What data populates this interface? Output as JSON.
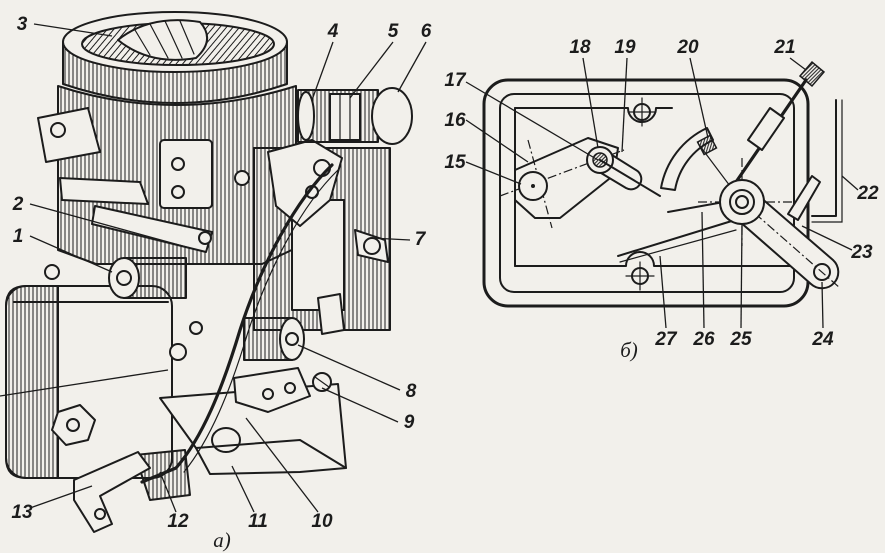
{
  "colors": {
    "ink": "#1c1c1c",
    "paper": "#f2f0eb"
  },
  "figure_a": {
    "caption": "а)",
    "callouts": [
      "1",
      "2",
      "3",
      "4",
      "5",
      "6",
      "7",
      "8",
      "9",
      "10",
      "11",
      "12",
      "13"
    ]
  },
  "figure_b": {
    "caption": "б)",
    "callouts": [
      "15",
      "16",
      "17",
      "18",
      "19",
      "20",
      "21",
      "22",
      "23",
      "24",
      "25",
      "26",
      "27"
    ]
  }
}
